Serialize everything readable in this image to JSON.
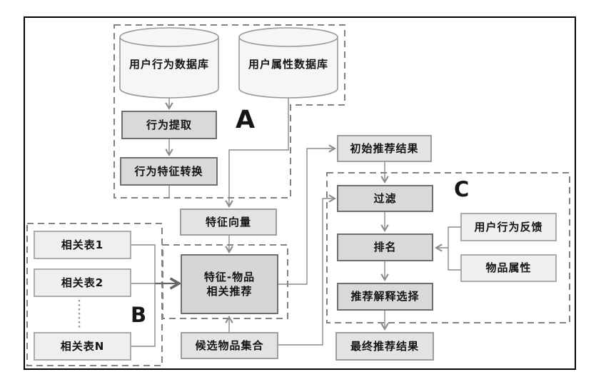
{
  "diagram": {
    "groups": {
      "a": "A",
      "b": "B",
      "c": "C"
    },
    "databases": {
      "user_behavior_db": "用户行为数据库",
      "user_attribute_db": "用户属性数据库"
    },
    "nodes": {
      "behavior_extraction": "行为提取",
      "behavior_feature_conversion": "行为特征转换",
      "feature_vector": "特征向量",
      "initial_results": "初始推荐结果",
      "related_table_1": "相关表1",
      "related_table_2": "相关表2",
      "related_table_n": "相关表N",
      "feature_item_recommendation": "特征-物品\n相关推荐",
      "candidate_item_set": "候选物品集合",
      "filter": "过滤",
      "ranking": "排名",
      "explanation_selection": "推荐解释选择",
      "final_results": "最终推荐结果",
      "user_behavior_feedback": "用户行为反馈",
      "item_attributes": "物品属性"
    },
    "colors": {
      "process_fill": "#d9d9d9",
      "process_border": "#6f6f6f",
      "data_fill": "#e3e3e3",
      "data_border": "#9e9e9e",
      "light_fill": "#efefef",
      "light_border": "#ababab",
      "cylinder_fill": "#f6f6f6",
      "line": "#8a8a8a",
      "dashed_outline": "#828282",
      "frame": "#000000"
    }
  }
}
